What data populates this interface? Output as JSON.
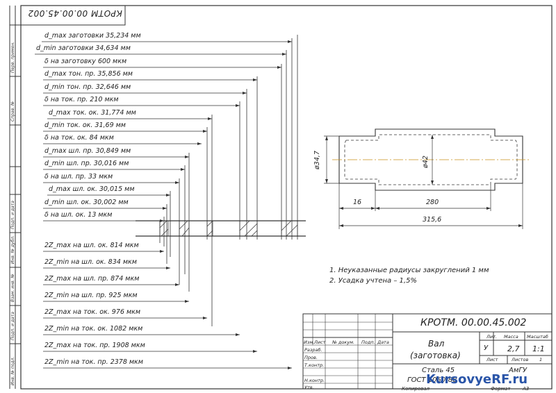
{
  "doc_code_top": "КРОТМ 00.00.45.002",
  "left_strip": {
    "perv_primen": "Перв. примен.",
    "sprav_no": "Справ. №",
    "podp_data_1": "Подп. и дата",
    "inv_dubl": "Инв. № дубл.",
    "vzam_inv": "Взам. инв. №",
    "podp_data_2": "Подп. и дата",
    "inv_podl": "Инв. № подл."
  },
  "dimension_labels": [
    "d_max заготовки 35,234 мм",
    "d_min заготовки 34,634 мм",
    "δ на заготовку 600 мкм",
    "d_max тон. пр. 35,856 мм",
    "d_min тон. пр. 32,646 мм",
    "δ на ток. пр. 210 мкм",
    "d_max ток. ок. 31,774 мм",
    "d_min ток. ок. 31,69 мм",
    "δ на ток. ок. 84 мкм",
    "d_max шл. пр. 30,849 мм",
    "d_min шл. пр. 30,016 мм",
    "δ на шл. пр. 33 мкм",
    "d_max шл. ок. 30,015 мм",
    "d_min шл. ок. 30,002 мм",
    "δ на шл. ок. 13 мкм"
  ],
  "allowance_labels": [
    "2Z_max на шл. ок. 814 мкм",
    "2Z_min на шл. ок. 834 мкм",
    "2Z_max на шл. пр. 874 мкм",
    "2Z_min на шл. пр. 925 мкм",
    "2Z_max на ток. ок. 976 мкм",
    "2Z_min на ток. ок. 1082 мкм",
    "2Z_max на ток. пр. 1908 мкм",
    "2Z_min на ток. пр. 2378 мкм"
  ],
  "part_dims": {
    "d_outer": "ø34,7",
    "d_inner": "ø42",
    "len_16": "16",
    "len_280": "280",
    "len_total": "315,6"
  },
  "notes": [
    "1. Неуказанные радиусы закруглений 1 мм",
    "2. Усадка учтена – 1,5%"
  ],
  "title_block": {
    "code": "КРОТМ. 00.00.45.002",
    "name_line1": "Вал",
    "name_line2": "(заготовка)",
    "material_line1": "Сталь 45",
    "material_line2": "ГОСТ 1050-88",
    "lit_header": "Лит.",
    "mass_header": "Масса",
    "scale_header": "Масштаб",
    "lit_value": "У",
    "mass_value": "2,7",
    "scale_value": "1:1",
    "sheet_label": "Лист",
    "sheets_label": "Листов",
    "sheets_value": "1",
    "org": "АмГУ",
    "izm": "Изм.",
    "list": "Лист",
    "doc_no": "№ докум.",
    "podp": "Подп.",
    "data": "Дата",
    "razrab": "Разраб.",
    "prov": "Пров.",
    "tkontr": "Т.контр.",
    "nkontr": "Н.контр.",
    "utv": "Утв.",
    "kopiroval": "Копировал",
    "format_label": "Формат",
    "format_value": "А3"
  },
  "watermark": "KursovyeRF.ru"
}
